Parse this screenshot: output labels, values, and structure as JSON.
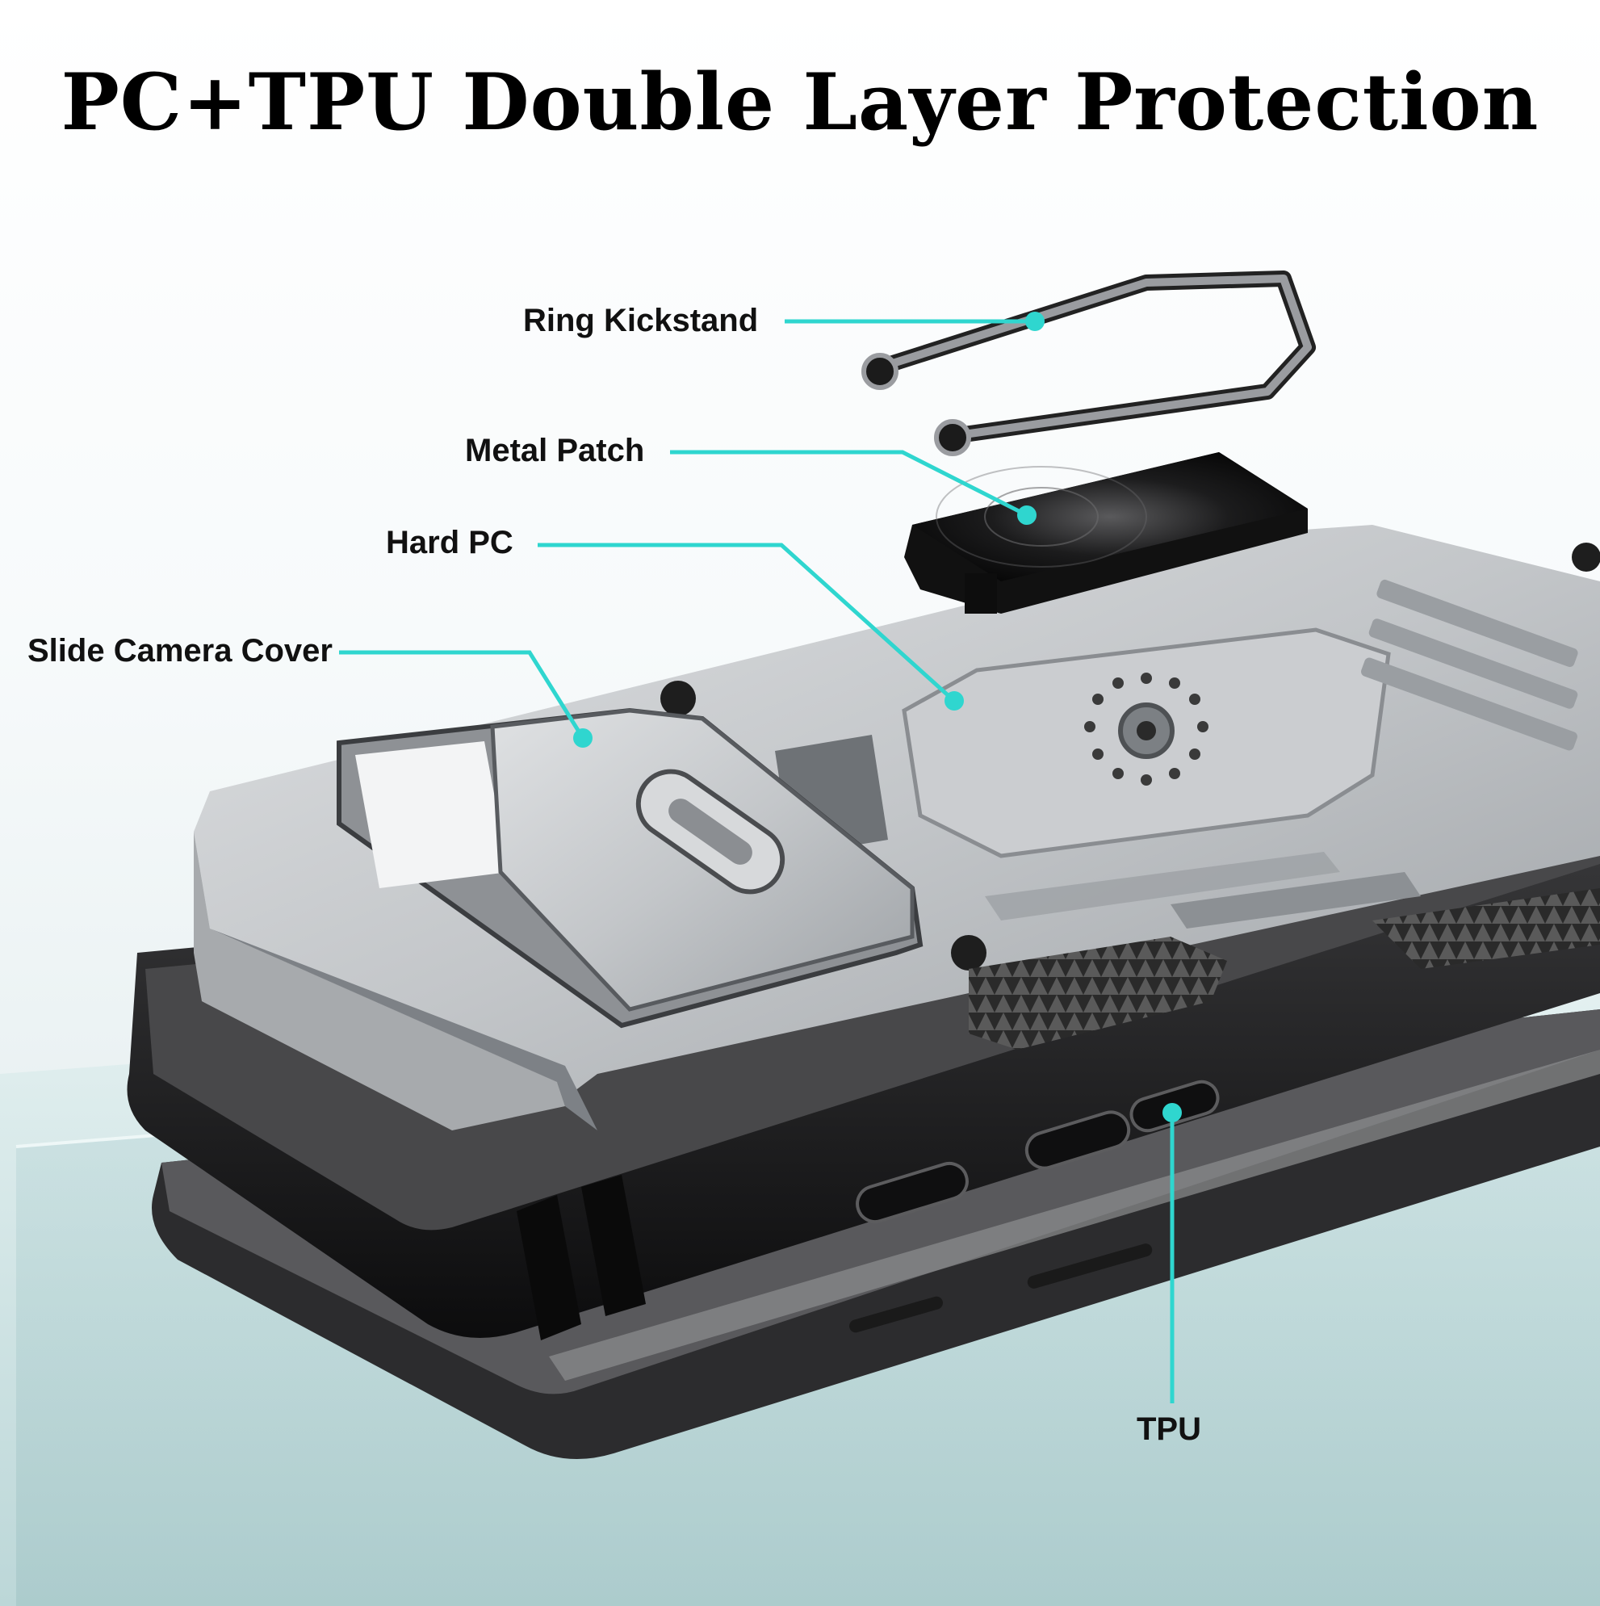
{
  "title": "PC+TPU Double Layer Protection",
  "callouts": {
    "ring_kickstand": "Ring Kickstand",
    "metal_patch": "Metal Patch",
    "hard_pc": "Hard PC",
    "slide_camera_cover": "Slide Camera Cover",
    "tpu": "TPU"
  },
  "colors": {
    "accent": "#2fd6cf",
    "pc_silver": "#bfc2c5",
    "tpu_black": "#1a1a1a",
    "glass_base": "#cfe6e6"
  }
}
